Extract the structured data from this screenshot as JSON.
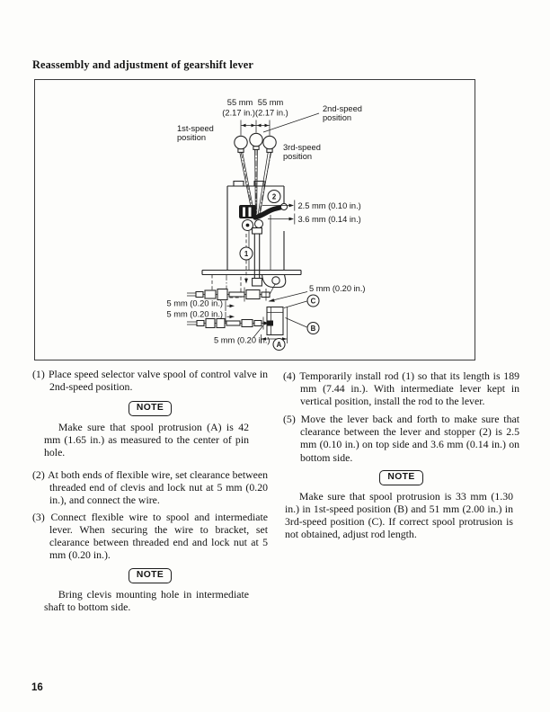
{
  "header": {
    "title": "Reassembly and adjustment of gearshift lever"
  },
  "footer": {
    "page_number": "16"
  },
  "figure": {
    "dims": {
      "d55_left": "55 mm",
      "d55_right": "55 mm",
      "d217_pair": "(2.17 in.)(2.17 in.)",
      "d25": "2.5 mm (0.10 in.)",
      "d36": "3.6 mm (0.14 in.)",
      "d5_top": "5 mm (0.20 in.)",
      "d5_left1": "5 mm (0.20 in.)",
      "d5_left2": "5 mm (0.20 in.)",
      "d5_bottom": "5 mm (0.20 in.)"
    },
    "positions": {
      "p1_l1": "1st-speed",
      "p1_l2": "position",
      "p2_l1": "2nd-speed",
      "p2_l2": "position",
      "p3_l1": "3rd-speed",
      "p3_l2": "position"
    },
    "callouts": {
      "c1": "1",
      "c2": "2",
      "ca": "A",
      "cb": "B",
      "cc": "C"
    }
  },
  "columns": {
    "left": {
      "item1": {
        "num": "(1)",
        "text": "Place speed selector valve spool of control valve in 2nd-speed position."
      },
      "note1": {
        "label": "NOTE",
        "text": "Make sure that spool protrusion (A) is 42 mm (1.65 in.) as measured to the center of pin hole."
      },
      "item2": {
        "num": "(2)",
        "text": "At both ends of flexible wire, set clearance between threaded end of clevis and lock nut at 5 mm (0.20 in.), and connect the wire."
      },
      "item3": {
        "num": "(3)",
        "text": "Connect flexible wire to spool and intermediate lever. When securing the wire to bracket, set clearance between threaded end and lock nut at 5 mm (0.20 in.)."
      },
      "note2": {
        "label": "NOTE",
        "text": "Bring clevis mounting hole in intermediate shaft to bottom side."
      }
    },
    "right": {
      "item4": {
        "num": "(4)",
        "text": "Temporarily install rod (1) so that its length is 189 mm (7.44 in.). With intermediate lever kept in vertical position, install the rod to the lever."
      },
      "item5": {
        "num": "(5)",
        "text": "Move the lever back and forth to make sure that clearance between the lever and stopper (2) is 2.5 mm (0.10 in.) on top side and 3.6 mm (0.14 in.) on bottom side."
      },
      "note3": {
        "label": "NOTE",
        "text": "Make sure that spool protrusion is 33 mm (1.30 in.) in 1st-speed position (B) and 51 mm (2.00 in.) in 3rd-speed position (C). If correct spool protrusion is not obtained, adjust rod length."
      }
    }
  }
}
